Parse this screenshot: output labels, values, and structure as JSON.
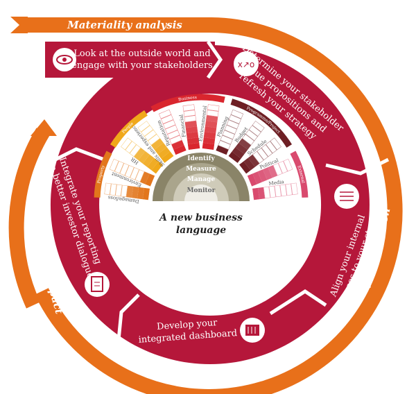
{
  "banner_title": "Materiality analysis",
  "outer_labels": {
    "right": "Value creation",
    "left": "Evaluating impact"
  },
  "steps": [
    {
      "lines": [
        "Look at the outside world and",
        "engage with your stakeholders"
      ],
      "icon": "eye-icon"
    },
    {
      "lines": [
        "Determine your stakeholder",
        "value propositions and",
        "refresh your strategy"
      ],
      "icon": "strategy-icon"
    },
    {
      "lines": [
        "Align your internal",
        "processes to your strategy"
      ],
      "icon": "process-flow-icon"
    },
    {
      "lines": [
        "Develop your",
        "integrated dashboard"
      ],
      "icon": "dashboard-icon"
    },
    {
      "lines": [
        "Integrate your reporting",
        "for a better investor dialogue"
      ],
      "icon": "clipboard-icon"
    }
  ],
  "center": {
    "lines": [
      "A new business",
      "language"
    ]
  },
  "rings": [
    "Identify",
    "Measure",
    "Manage",
    "Monitor"
  ],
  "colors": {
    "red": "#b5173a",
    "orange": "#e8701a",
    "ring1": "#8a8468",
    "ring2": "#aaa58c",
    "ring3": "#cfcbb9",
    "ring4": "#efede6"
  },
  "groups": [
    {
      "name": "Property",
      "color": "#e2761c",
      "bars": [
        {
          "label": "Damage/loss",
          "fill": 0.6
        },
        {
          "label": "Environment",
          "fill": 0.3
        }
      ]
    },
    {
      "name": "People",
      "color": "#f0a81a",
      "bars": [
        {
          "label": "HR",
          "fill": 0.7
        },
        {
          "label": "Skills and experience",
          "fill": 0.6
        }
      ]
    },
    {
      "name": "Business",
      "color": "#d9262e",
      "bars": [
        {
          "label": "Reputation",
          "fill": 0.3
        },
        {
          "label": "Financial",
          "fill": 0.7
        },
        {
          "label": "Environmental",
          "fill": 0.75
        }
      ]
    },
    {
      "name": "Programme/Project",
      "color": "#6e1f24",
      "bars": [
        {
          "label": "Planning",
          "fill": 0.15
        },
        {
          "label": "Budget",
          "fill": 0.55
        },
        {
          "label": "Schedule",
          "fill": 0.4
        }
      ]
    },
    {
      "name": "External",
      "color": "#d94a6e",
      "bars": [
        {
          "label": "Political",
          "fill": 0.7
        },
        {
          "label": "Media",
          "fill": 0.35
        }
      ]
    }
  ]
}
